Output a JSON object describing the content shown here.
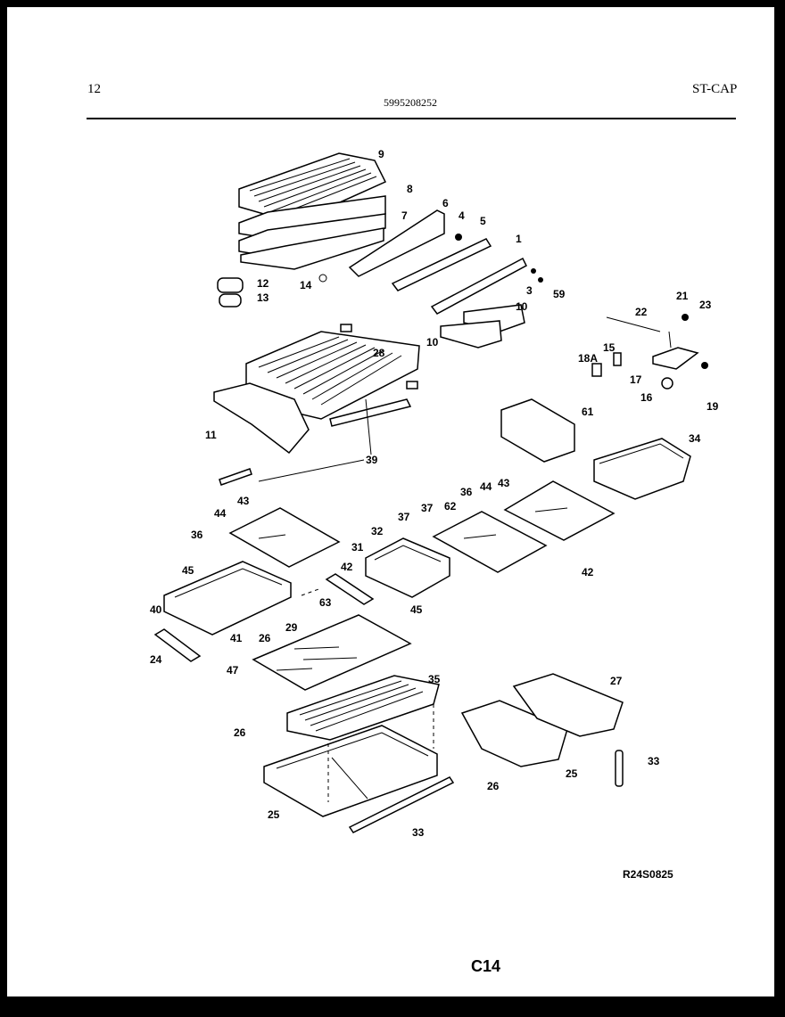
{
  "header": {
    "page_number": "12",
    "part_number": "5995208252",
    "model_code": "ST-CAP"
  },
  "footer": {
    "reference_code": "R24S0825",
    "page_code": "C14"
  },
  "callouts": [
    "9",
    "8",
    "7",
    "6",
    "4",
    "5",
    "1",
    "3",
    "59",
    "12",
    "13",
    "14",
    "10",
    "10",
    "21",
    "23",
    "22",
    "15",
    "18A",
    "17",
    "16",
    "19",
    "28",
    "11",
    "39",
    "61",
    "34",
    "36",
    "44",
    "43",
    "43",
    "44",
    "36",
    "37",
    "37",
    "62",
    "31",
    "42",
    "45",
    "32",
    "42",
    "63",
    "45",
    "40",
    "41",
    "24",
    "29",
    "26",
    "47",
    "35",
    "27",
    "26",
    "25",
    "33"
  ]
}
